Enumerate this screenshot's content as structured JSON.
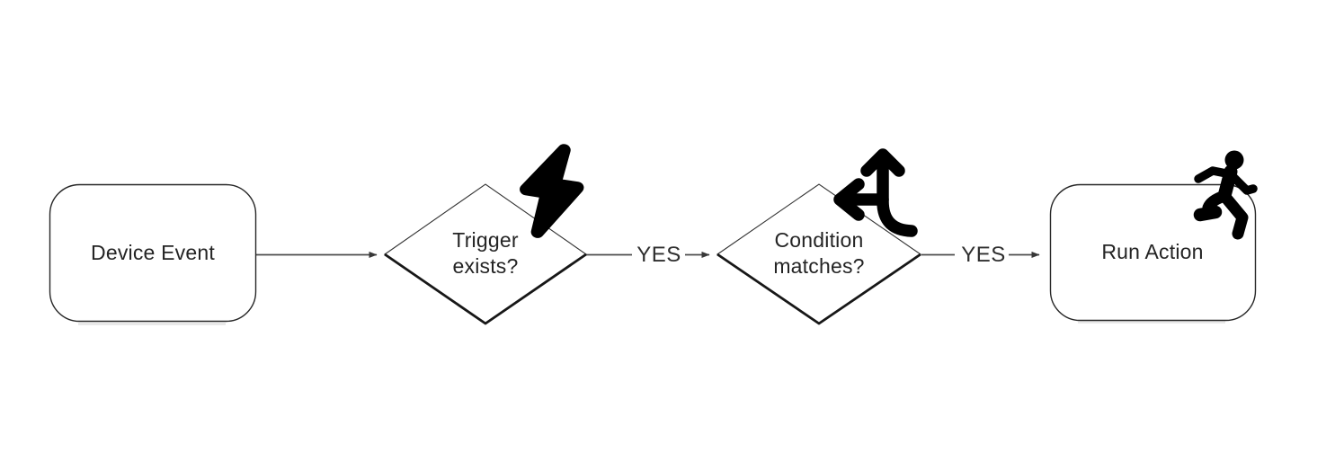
{
  "diagram": {
    "background_color": "#ffffff",
    "connector_color": "#4d4d4d",
    "shape_border_color": "#262626",
    "shape_fill_color": "#ffffff",
    "icon_color": "#000000",
    "text_color": "#242424",
    "nodes": [
      {
        "id": "device-event",
        "shape": "rounded-rectangle",
        "label": "Device Event"
      },
      {
        "id": "trigger-exists",
        "shape": "diamond",
        "label": "Trigger exists?",
        "label_lines": {
          "0": "Trigger",
          "1": "exists?"
        },
        "icon": "lightning-bolt"
      },
      {
        "id": "condition-matches",
        "shape": "diamond",
        "label": "Condition matches?",
        "label_lines": {
          "0": "Condition",
          "1": "matches?"
        },
        "icon": "split-arrows"
      },
      {
        "id": "run-action",
        "shape": "rounded-rectangle",
        "label": "Run Action",
        "icon": "person-running"
      }
    ],
    "edges": [
      {
        "from": "device-event",
        "to": "trigger-exists",
        "label": ""
      },
      {
        "from": "trigger-exists",
        "to": "condition-matches",
        "label": "YES"
      },
      {
        "from": "condition-matches",
        "to": "run-action",
        "label": "YES"
      }
    ]
  }
}
